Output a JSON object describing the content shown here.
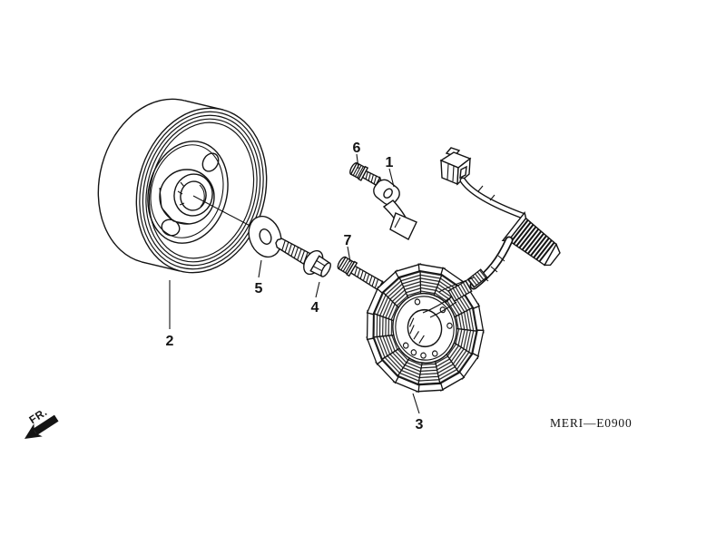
{
  "diagram": {
    "code": "MERI—E0900",
    "direction_label": "FR.",
    "background": "#ffffff",
    "line_color": "#141414"
  },
  "callouts": {
    "c1": "1",
    "c2": "2",
    "c3": "3",
    "c4": "4",
    "c5": "5",
    "c6": "6",
    "c7": "7"
  }
}
